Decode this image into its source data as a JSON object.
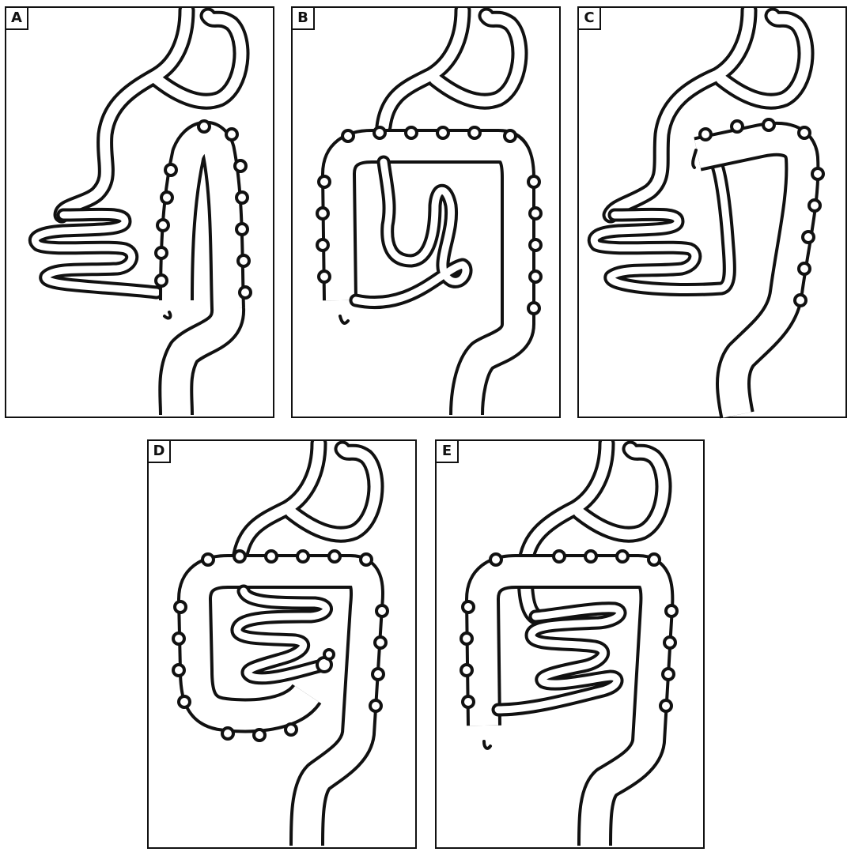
{
  "panels": [
    {
      "id": "A",
      "label": "A"
    },
    {
      "id": "B",
      "label": "B"
    },
    {
      "id": "C",
      "label": "C"
    },
    {
      "id": "D",
      "label": "D"
    },
    {
      "id": "E",
      "label": "E"
    }
  ]
}
